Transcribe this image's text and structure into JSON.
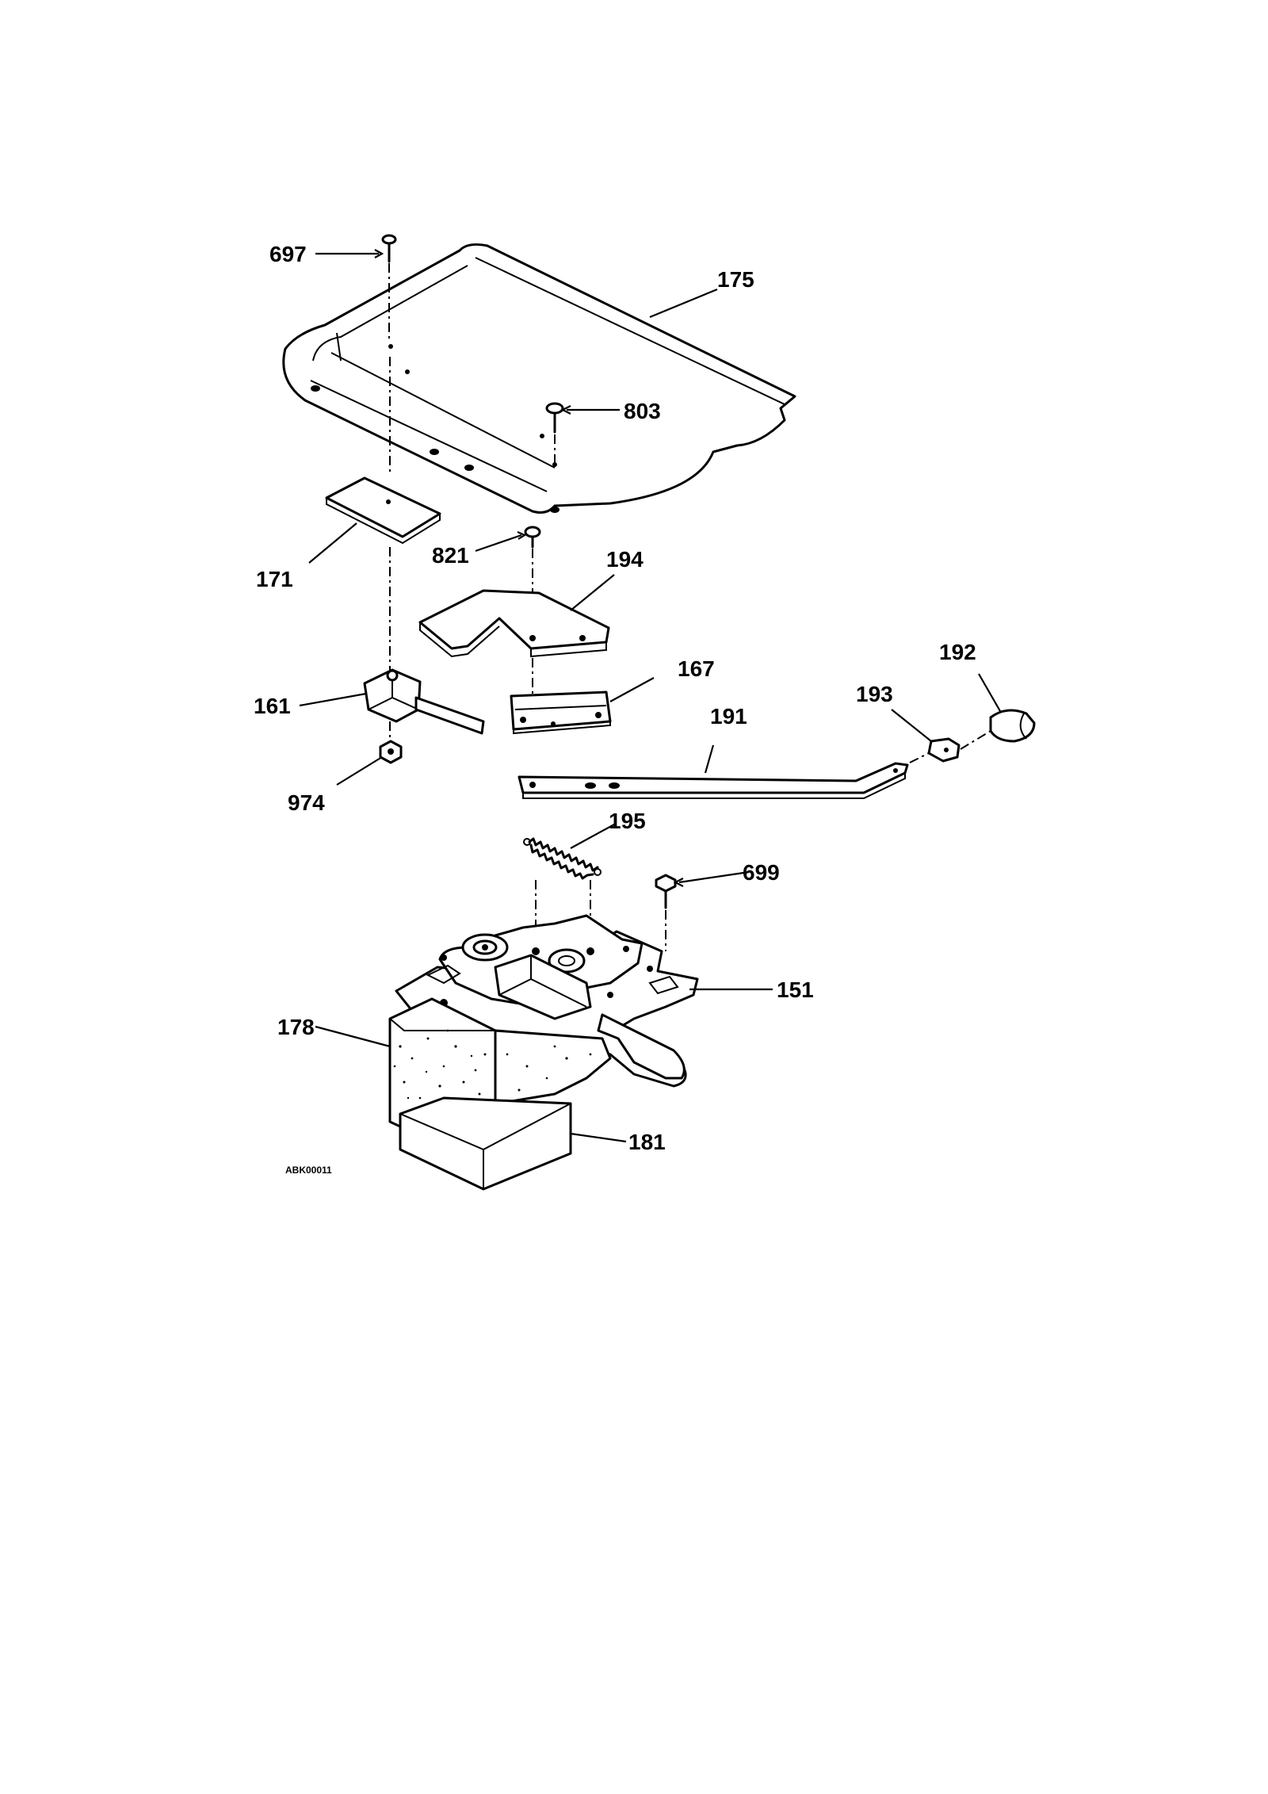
{
  "labels": {
    "p697": "697",
    "p175": "175",
    "p803": "803",
    "p171": "171",
    "p821": "821",
    "p194": "194",
    "p192": "192",
    "p167": "167",
    "p193": "193",
    "p161": "161",
    "p191": "191",
    "p974": "974",
    "p195": "195",
    "p699": "699",
    "p151": "151",
    "p178": "178",
    "p181": "181"
  },
  "drawing_code": "ABK00011"
}
